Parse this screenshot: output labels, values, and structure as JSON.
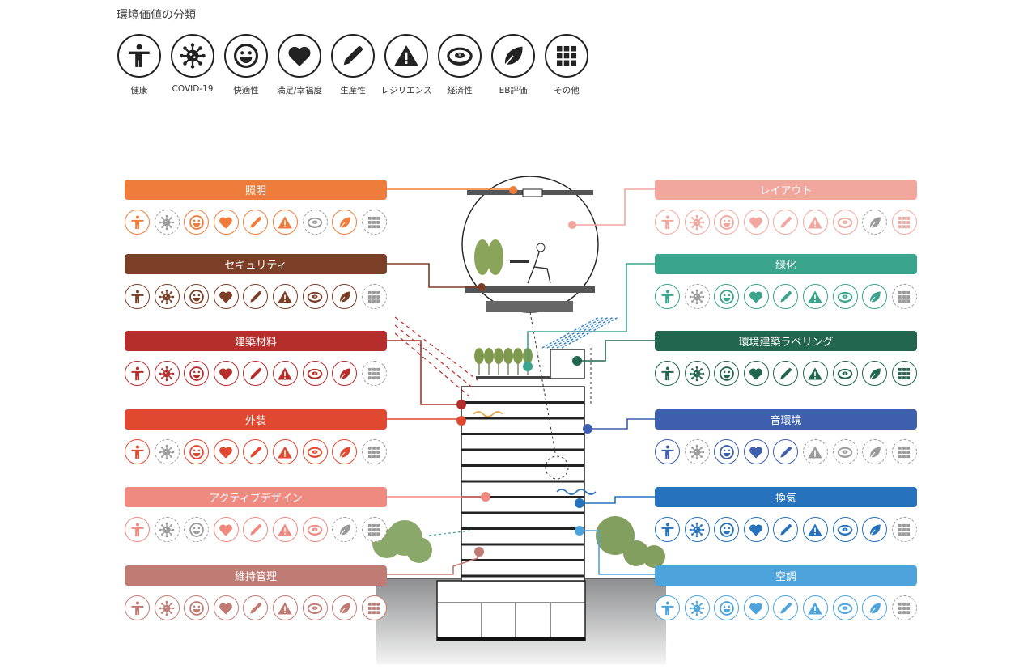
{
  "page_title": "環境価値の分類",
  "legend": [
    {
      "icon": "person-icon",
      "label": "健康"
    },
    {
      "icon": "virus-icon",
      "label": "COVID-19"
    },
    {
      "icon": "smiley-icon",
      "label": "快適性"
    },
    {
      "icon": "heart-icon",
      "label": "満足/幸福度"
    },
    {
      "icon": "pencil-icon",
      "label": "生産性"
    },
    {
      "icon": "warning-icon",
      "label": "レジリエンス"
    },
    {
      "icon": "yen-coin-icon",
      "label": "経済性"
    },
    {
      "icon": "leaf-icon",
      "label": "EB評価"
    },
    {
      "icon": "grid-icon",
      "label": "その他"
    }
  ],
  "categories": [
    {
      "name": "照明",
      "side": "left",
      "color": "#ee7d3b",
      "active": [
        true,
        false,
        true,
        true,
        true,
        true,
        false,
        true,
        false
      ]
    },
    {
      "name": "セキュリティ",
      "side": "left",
      "color": "#7b3e26",
      "active": [
        true,
        true,
        true,
        true,
        true,
        true,
        true,
        true,
        false
      ]
    },
    {
      "name": "建築材料",
      "side": "left",
      "color": "#b52e2c",
      "active": [
        true,
        true,
        true,
        true,
        true,
        true,
        true,
        true,
        false
      ]
    },
    {
      "name": "外装",
      "side": "left",
      "color": "#e0492f",
      "active": [
        true,
        false,
        true,
        true,
        true,
        true,
        true,
        true,
        false
      ]
    },
    {
      "name": "アクティブデザイン",
      "side": "left",
      "color": "#ee8a80",
      "active": [
        true,
        false,
        false,
        true,
        true,
        true,
        true,
        false,
        false
      ]
    },
    {
      "name": "維持管理",
      "side": "left",
      "color": "#c07c74",
      "active": [
        true,
        true,
        true,
        true,
        true,
        true,
        true,
        true,
        true
      ]
    },
    {
      "name": "レイアウト",
      "side": "right",
      "color": "#f2a79e",
      "active": [
        true,
        true,
        true,
        true,
        true,
        true,
        true,
        false,
        true
      ]
    },
    {
      "name": "緑化",
      "side": "right",
      "color": "#3aa48d",
      "active": [
        true,
        false,
        true,
        true,
        true,
        true,
        true,
        true,
        false
      ]
    },
    {
      "name": "環境建築ラベリング",
      "side": "right",
      "color": "#23664f",
      "active": [
        true,
        true,
        true,
        true,
        true,
        true,
        true,
        true,
        true
      ]
    },
    {
      "name": "音環境",
      "side": "right",
      "color": "#3d5fae",
      "active": [
        true,
        false,
        true,
        true,
        true,
        false,
        false,
        false,
        false
      ]
    },
    {
      "name": "換気",
      "side": "right",
      "color": "#2672bd",
      "active": [
        true,
        true,
        true,
        true,
        true,
        true,
        true,
        true,
        false
      ]
    },
    {
      "name": "空調",
      "side": "right",
      "color": "#4da4dd",
      "active": [
        true,
        true,
        true,
        true,
        true,
        true,
        true,
        true,
        false
      ]
    }
  ]
}
